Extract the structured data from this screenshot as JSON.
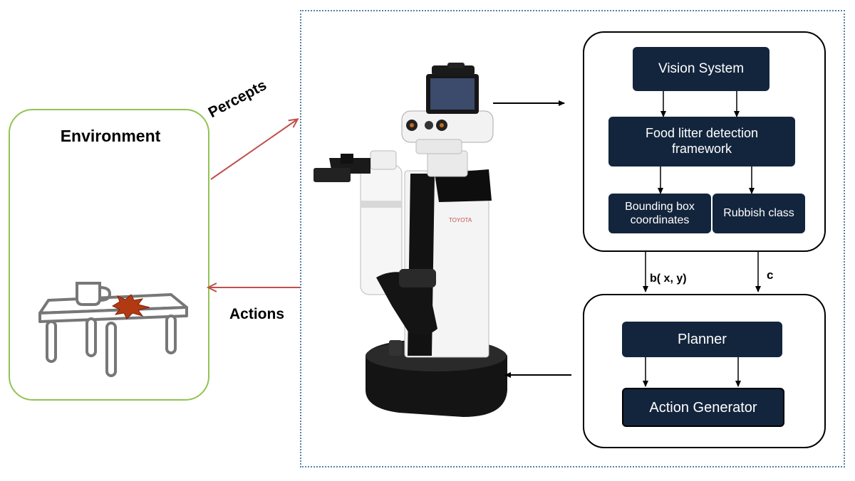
{
  "environment": {
    "title": "Environment"
  },
  "labels": {
    "percepts": "Percepts",
    "actions": "Actions",
    "bbox_var": "b( x, y)",
    "class_var": "c"
  },
  "robot": {
    "brand": "TOYOTA"
  },
  "perception_module": {
    "vision": "Vision System",
    "detector": "Food litter detection framework",
    "bbox": "Bounding box coordinates",
    "rubbish": "Rubbish class"
  },
  "planning_module": {
    "planner": "Planner",
    "action_generator": "Action Generator"
  },
  "colors": {
    "node_fill": "#13253d",
    "env_border": "#92c353",
    "percepts_arrow": "#c0504d",
    "system_border": "#5b7fa6"
  }
}
